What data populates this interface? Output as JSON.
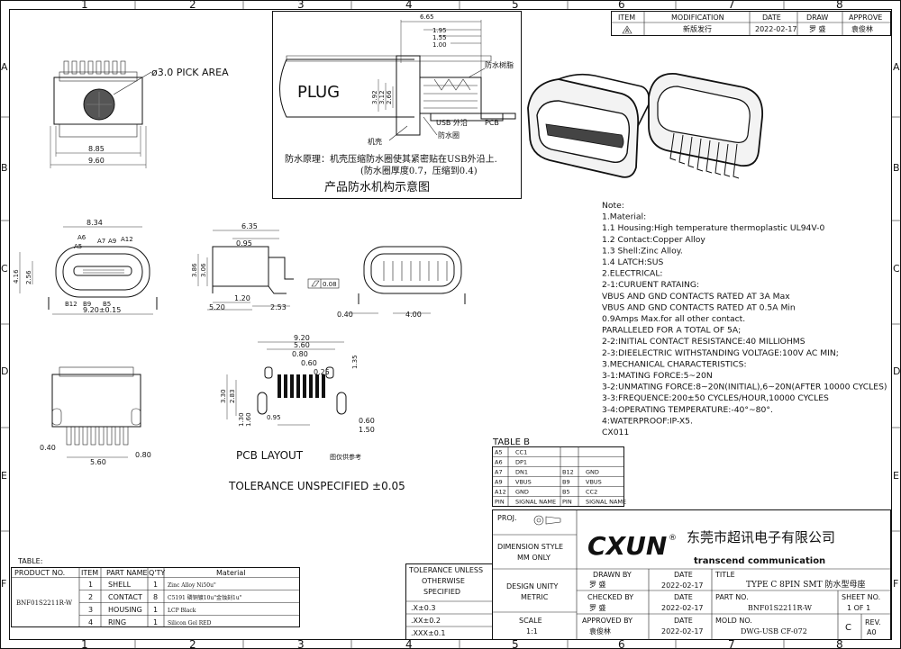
{
  "frame": {
    "cols": [
      "1",
      "2",
      "3",
      "4",
      "5",
      "6",
      "7",
      "8"
    ],
    "rows": [
      "A",
      "B",
      "C",
      "D",
      "E",
      "F"
    ]
  },
  "revision": {
    "headers": [
      "ITEM",
      "MODIFICATION",
      "DATE",
      "DRAW",
      "APPROVE"
    ],
    "row": {
      "item": "A",
      "modification": "新版发行",
      "date": "2022-02-17",
      "draw": "罗 盛",
      "approve": "袁俊林"
    }
  },
  "top_view": {
    "pick_area": "ø3.0 PICK AREA",
    "dim1": "8.85",
    "dim2": "9.60"
  },
  "plug_section": {
    "plug": "PLUG",
    "dims": [
      "6.65",
      "1.95",
      "1.55",
      "1.00",
      "3.92",
      "3.12",
      "2.66"
    ],
    "labels": {
      "resin": "防水树脂",
      "usb": "USB 外沿",
      "pcb": "PCB",
      "ring": "防水圈",
      "shell": "机壳"
    },
    "principle": "防水原理：机壳压缩防水圈使其紧密贴在USB外沿上.",
    "principle2": "(防水圈厚度0.7，压缩到0.4)",
    "caption": "产品防水机构示意图"
  },
  "front_view": {
    "dims": {
      "w1": "8.34",
      "h1": "4.16",
      "h2": "2.56",
      "w2": "9.20±0.15"
    },
    "pins_top": [
      "A6",
      "A5",
      "A7",
      "A9",
      "A12"
    ],
    "pins_bottom": [
      "B12",
      "B9",
      "B5"
    ]
  },
  "side_view": {
    "dims": [
      "6.35",
      "0.95",
      "3.86",
      "3.06",
      "1.20",
      "5.20",
      "2.53"
    ],
    "flatness": "0.08"
  },
  "end_view": {
    "dims": [
      "0.40",
      "4.00"
    ]
  },
  "bottom_view": {
    "dims": [
      "5.60",
      "0.40",
      "0.80"
    ]
  },
  "pcb_layout": {
    "dims": [
      "9.20",
      "5.60",
      "0.80",
      "0.60",
      "0.25",
      "1.35",
      "3.30",
      "2.83",
      "1.30",
      "1.60",
      "0.60",
      "1.50",
      "0.95"
    ],
    "title": "PCB LAYOUT",
    "ref": "图仅供参考"
  },
  "tolerance": "TOLERANCE UNSPECIFIED ±0.05",
  "notes": {
    "lines": [
      "Note:",
      "1.Material:",
      "1.1 Housing:High temperature thermoplastic UL94V-0",
      "1.2 Contact:Copper Alloy",
      "1.3 Shell:Zinc Alloy.",
      "1.4 LATCH:SUS",
      "2.ELECTRICAL:",
      "2-1:CURUENT RATAING:",
      "        VBUS AND GND CONTACTS RATED AT 3A Max",
      "        VBUS AND GND CONTACTS RATED AT 0.5A Min",
      "        0.9Amps Max.for all other contact.",
      "        PARALLELED FOR A TOTAL OF 5A;",
      "2-2:INITIAL CONTACT RESISTANCE:40 MILLIOHMS",
      "2-3:DIEELECTRIC WITHSTANDING VOLTAGE:100V AC MIN;",
      "3.MECHANICAL CHARACTERISTICS:",
      "3-1:MATING FORCE:5~20N",
      "3-2:UNMATING FORCE:8~20N(INITIAL),6~20N(AFTER 10000 CYCLES)",
      "3-3:FREQUENCE:200±50 CYCLES/HOUR,10000 CYCLES",
      "3-4:OPERATING TEMPERATURE:-40°~80°.",
      "4:WATERPROOF:IP-X5.",
      "CX011"
    ]
  },
  "table_b": {
    "title": "TABLE B",
    "rows": [
      [
        "A5",
        "CC1",
        "",
        ""
      ],
      [
        "A6",
        "DP1",
        "",
        ""
      ],
      [
        "A7",
        "DN1",
        "B12",
        "GND"
      ],
      [
        "A9",
        "VBUS",
        "B9",
        "VBUS"
      ],
      [
        "A12",
        "GND",
        "B5",
        "CC2"
      ],
      [
        "PIN",
        "SIGNAL NAME",
        "PIN",
        "SIGNAL NAME"
      ]
    ]
  },
  "parts_table": {
    "title": "TABLE:",
    "headers": [
      "PRODUCT NO.",
      "ITEM",
      "PART NAME",
      "Q'TY",
      "Material"
    ],
    "product_no": "BNF01S2211R-W",
    "rows": [
      [
        "1",
        "SHELL",
        "1",
        "Zinc Alloy Ni50u\""
      ],
      [
        "2",
        "CONTACT",
        "8",
        "C5191 磷铜镀10u\"金蚀刻1u\""
      ],
      [
        "3",
        "HOUSING",
        "1",
        "LCP Black"
      ],
      [
        "4",
        "RING",
        "1",
        "Silicon Gel RED"
      ]
    ]
  },
  "title_block": {
    "proj": "PROJ.",
    "dimension_style": "DIMENSION STYLE",
    "mm_only": "MM ONLY",
    "design_unity": "DESIGN UNITY",
    "metric": "METRIC",
    "scale_label": "SCALE",
    "scale": "1:1",
    "tol_unless": "TOLERANCE UNLESS",
    "otherwise": "OTHERWISE",
    "specified": "SPECIFIED",
    "tol_x": ".X±0.3",
    "tol_xx": ".XX±0.2",
    "tol_xxx": ".XXX±0.1",
    "logo": "CXUN",
    "reg": "®",
    "company_cn": "东莞市超讯电子有限公司",
    "company_en": "transcend communication",
    "drawn_by": "DRAWN BY",
    "checked_by": "CHECKED BY",
    "approved_by": "APPROVED BY",
    "date_label": "DATE",
    "drawn_name": "罗 盛",
    "checked_name": "罗 盛",
    "approved_name": "袁俊林",
    "date": "2022-02-17",
    "title_label": "TITLE",
    "title": "TYPE C 8PIN SMT 防水型母座",
    "part_no_label": "PART NO.",
    "part_no": "BNF01S2211R-W",
    "mold_no_label": "MOLD NO.",
    "mold_no": "DWG-USB CF-072",
    "sheet_no_label": "SHEET NO.",
    "sheet": "1 OF 1",
    "size": "C",
    "rev_label": "REV.",
    "rev": "A0"
  }
}
